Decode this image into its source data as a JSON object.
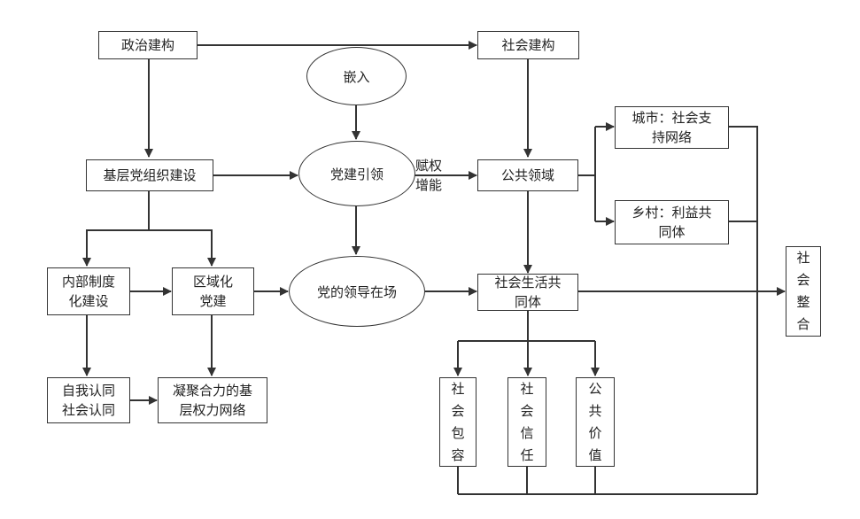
{
  "nodes": {
    "political_construct": "政治建构",
    "social_construct": "社会建构",
    "embed": "嵌入",
    "party_leading": "党建引领",
    "grassroots_party_org": "基层党组织建设",
    "public_domain": "公共领域",
    "city_support": "城市：社会支\n持网络",
    "rural_interest": "乡村：利益共\n同体",
    "internal_system": "内部制度\n化建设",
    "regional_party": "区域化\n党建",
    "party_presence": "党的领导在场",
    "social_life_community": "社会生活共\n同体",
    "social_integration": "社\n会\n整\n合",
    "self_recognition": "自我认同\n社会认同",
    "grassroots_network": "凝聚合力的基\n层权力网络",
    "social_inclusion": "社\n会\n包\n容",
    "social_trust": "社\n会\n信\n任",
    "public_value": "公\n共\n价\n值"
  },
  "edge_labels": {
    "empower": "赋权\n增能"
  }
}
